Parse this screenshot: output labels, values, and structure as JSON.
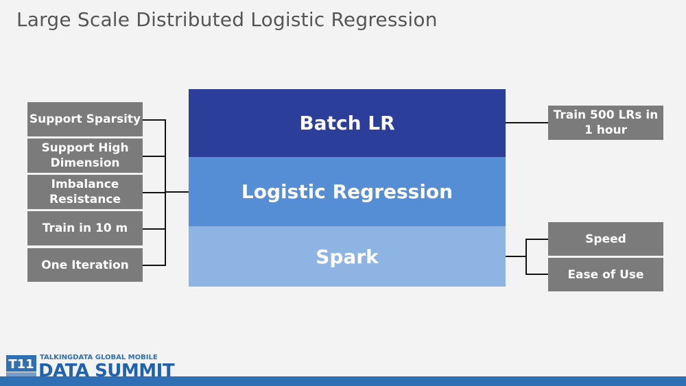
{
  "slide": {
    "title": "Large Scale Distributed Logistic Regression"
  },
  "center_stack": {
    "layers": [
      {
        "label": "Batch LR",
        "color": "#2a3e9a"
      },
      {
        "label": "Logistic Regression",
        "color": "#558ed5"
      },
      {
        "label": "Spark",
        "color": "#8eb4e3"
      }
    ]
  },
  "left_features": [
    "Support Sparsity",
    "Support High Dimension",
    "Imbalance Resistance",
    "Train in 10 m",
    "One Iteration"
  ],
  "right_top": [
    "Train 500 LRs in 1 hour"
  ],
  "right_bottom": [
    "Speed",
    "Ease of Use"
  ],
  "colors": {
    "box_gray": "#7b7b7b",
    "background": "#f3f3f3",
    "brand_blue": "#2f6fb4"
  },
  "logo": {
    "mark": "T11",
    "small_text": "TALKINGDATA GLOBAL MOBILE",
    "big_text": "DATA SUMMIT"
  },
  "icons": {
    "logo_mark": "t11-logo-icon"
  }
}
